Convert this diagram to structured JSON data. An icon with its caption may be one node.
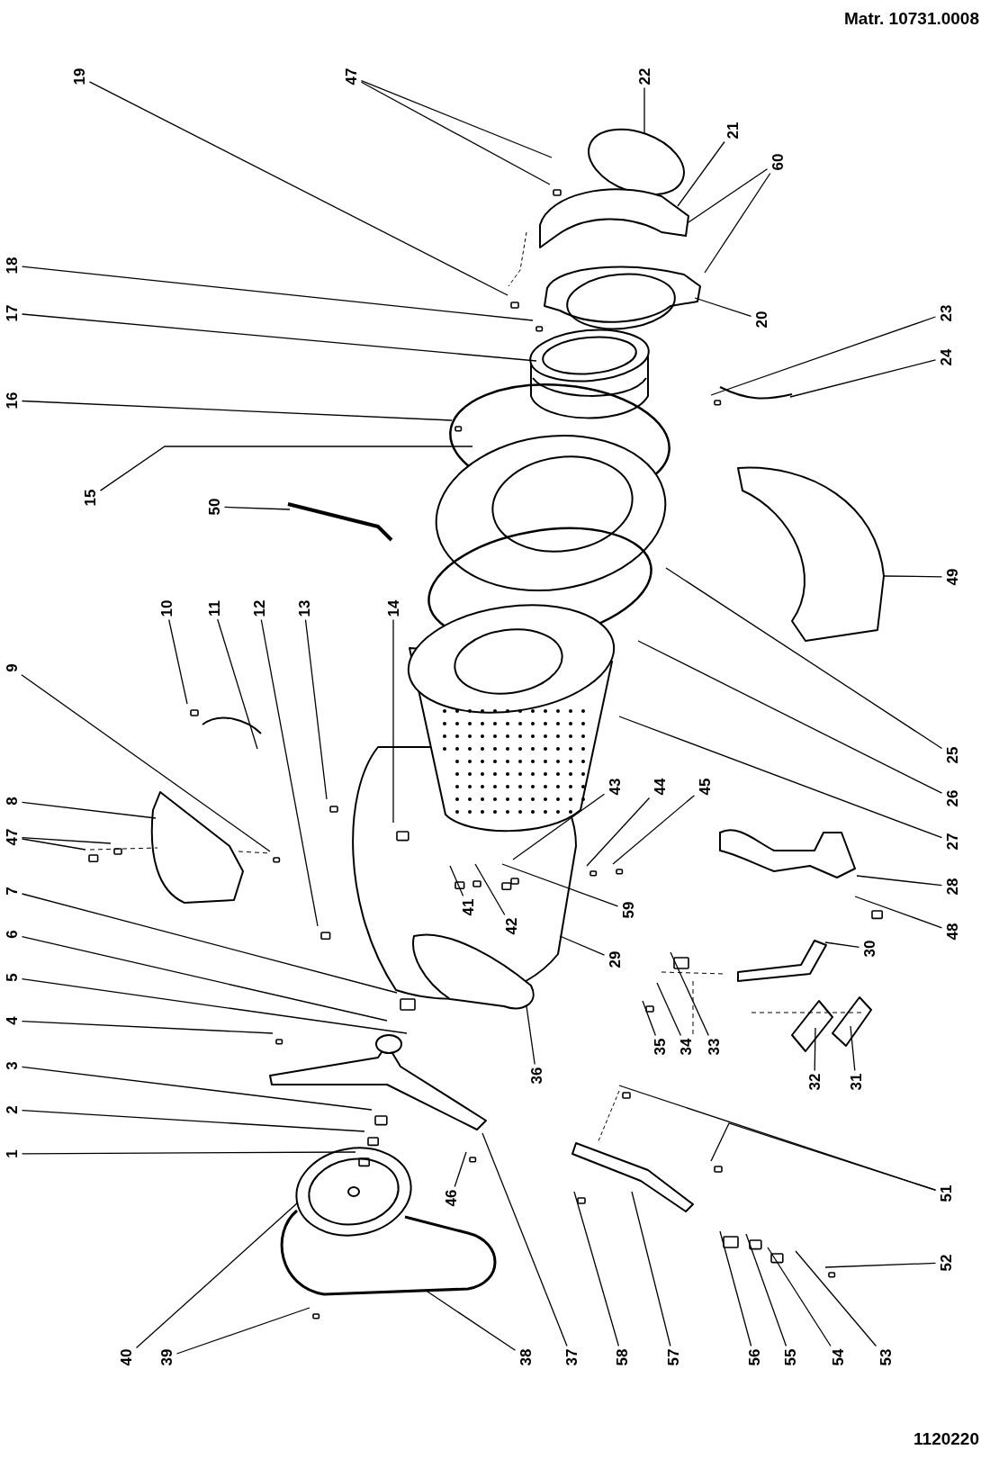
{
  "diagram": {
    "nodes": [
      {
        "text": [
          "19"
        ]
      },
      {
        "text": [
          "47"
        ]
      },
      {
        "text": [
          "22"
        ]
      },
      {
        "text": [
          "21"
        ]
      },
      {
        "text": [
          "60"
        ]
      },
      {
        "text": [
          "18"
        ]
      },
      {
        "text": [
          "20"
        ]
      },
      {
        "text": [
          "17"
        ]
      },
      {
        "text": [
          "23"
        ]
      },
      {
        "text": [
          "24"
        ]
      },
      {
        "text": [
          "16"
        ]
      },
      {
        "text": [
          "15"
        ]
      },
      {
        "text": [
          "50"
        ]
      },
      {
        "text": [
          "49"
        ]
      },
      {
        "text": [
          "10"
        ]
      },
      {
        "text": [
          "11"
        ]
      },
      {
        "text": [
          "12"
        ]
      },
      {
        "text": [
          "13"
        ]
      },
      {
        "text": [
          "14"
        ]
      },
      {
        "text": [
          "9"
        ]
      },
      {
        "text": [
          "25"
        ]
      },
      {
        "text": [
          "43"
        ]
      },
      {
        "text": [
          "44"
        ]
      },
      {
        "text": [
          "45"
        ]
      },
      {
        "text": [
          "26"
        ]
      },
      {
        "text": [
          "8"
        ]
      },
      {
        "text": [
          "47"
        ]
      },
      {
        "text": [
          "27"
        ]
      },
      {
        "text": [
          "28"
        ]
      },
      {
        "text": [
          "7"
        ]
      },
      {
        "text": [
          "41"
        ]
      },
      {
        "text": [
          "59"
        ]
      },
      {
        "text": [
          "42"
        ]
      },
      {
        "text": [
          "48"
        ]
      },
      {
        "text": [
          "6"
        ]
      },
      {
        "text": [
          "30"
        ]
      },
      {
        "text": [
          "29"
        ]
      },
      {
        "text": [
          "5"
        ]
      },
      {
        "text": [
          "4"
        ]
      },
      {
        "text": [
          "35"
        ]
      },
      {
        "text": [
          "34"
        ]
      },
      {
        "text": [
          "33"
        ]
      },
      {
        "text": [
          "3"
        ]
      },
      {
        "text": [
          "36"
        ]
      },
      {
        "text": [
          "32"
        ]
      },
      {
        "text": [
          "31"
        ]
      },
      {
        "text": [
          "2"
        ]
      },
      {
        "text": [
          "1"
        ]
      },
      {
        "text": [
          "51"
        ]
      },
      {
        "text": [
          "46"
        ]
      },
      {
        "text": [
          "52"
        ]
      },
      {
        "text": [
          "40"
        ]
      },
      {
        "text": [
          "39"
        ]
      },
      {
        "text": [
          "38"
        ]
      },
      {
        "text": [
          "37"
        ]
      },
      {
        "text": [
          "58"
        ]
      },
      {
        "text": [
          "57"
        ]
      },
      {
        "text": [
          "56"
        ]
      },
      {
        "text": [
          "55"
        ]
      },
      {
        "text": [
          "54"
        ]
      },
      {
        "text": [
          "53"
        ]
      }
    ],
    "edges": [
      {
        "from": 0,
        "to": null,
        "arrow": "none"
      },
      {
        "from": 1,
        "to": null,
        "arrow": "none"
      },
      {
        "from": 1,
        "to": null,
        "arrow": "none"
      },
      {
        "from": 2,
        "to": null,
        "arrow": "none"
      },
      {
        "from": 3,
        "to": null,
        "arrow": "none"
      },
      {
        "from": 4,
        "to": null,
        "arrow": "none"
      },
      {
        "from": 4,
        "to": null,
        "arrow": "none"
      },
      {
        "from": 5,
        "to": null,
        "arrow": "none"
      },
      {
        "from": 6,
        "to": null,
        "arrow": "none"
      },
      {
        "from": 7,
        "to": null,
        "arrow": "none"
      },
      {
        "from": 8,
        "to": null,
        "arrow": "none"
      },
      {
        "from": 9,
        "to": null,
        "arrow": "none"
      },
      {
        "from": 10,
        "to": null,
        "arrow": "none"
      },
      {
        "from": 11,
        "to": null,
        "arrow": "none"
      },
      {
        "from": 12,
        "to": null,
        "arrow": "none"
      },
      {
        "from": 13,
        "to": null,
        "arrow": "none"
      },
      {
        "from": 14,
        "to": null,
        "arrow": "none"
      },
      {
        "from": 15,
        "to": null,
        "arrow": "none"
      },
      {
        "from": 16,
        "to": null,
        "arrow": "none"
      },
      {
        "from": 17,
        "to": null,
        "arrow": "none"
      },
      {
        "from": 18,
        "to": null,
        "arrow": "none"
      },
      {
        "from": 19,
        "to": null,
        "arrow": "none"
      },
      {
        "from": 20,
        "to": null,
        "arrow": "none"
      },
      {
        "from": 21,
        "to": null,
        "arrow": "none"
      },
      {
        "from": 22,
        "to": null,
        "arrow": "none"
      },
      {
        "from": 23,
        "to": null,
        "arrow": "none"
      },
      {
        "from": 24,
        "to": null,
        "arrow": "none"
      },
      {
        "from": 25,
        "to": null,
        "arrow": "none"
      },
      {
        "from": 26,
        "to": null,
        "arrow": "none"
      },
      {
        "from": 26,
        "to": null,
        "arrow": "none"
      },
      {
        "from": 27,
        "to": null,
        "arrow": "none"
      },
      {
        "from": 28,
        "to": null,
        "arrow": "none"
      },
      {
        "from": 29,
        "to": null,
        "arrow": "none"
      },
      {
        "from": 30,
        "to": null,
        "arrow": "none"
      },
      {
        "from": 31,
        "to": null,
        "arrow": "none"
      },
      {
        "from": 32,
        "to": null,
        "arrow": "none"
      },
      {
        "from": 33,
        "to": null,
        "arrow": "none"
      },
      {
        "from": 34,
        "to": null,
        "arrow": "none"
      },
      {
        "from": 35,
        "to": null,
        "arrow": "none"
      },
      {
        "from": 36,
        "to": null,
        "arrow": "none"
      },
      {
        "from": 37,
        "to": null,
        "arrow": "none"
      },
      {
        "from": 38,
        "to": null,
        "arrow": "none"
      },
      {
        "from": 39,
        "to": null,
        "arrow": "none"
      },
      {
        "from": 40,
        "to": null,
        "arrow": "none"
      },
      {
        "from": 41,
        "to": null,
        "arrow": "none"
      },
      {
        "from": 42,
        "to": null,
        "arrow": "none"
      },
      {
        "from": 43,
        "to": null,
        "arrow": "none"
      },
      {
        "from": 44,
        "to": null,
        "arrow": "none"
      },
      {
        "from": 45,
        "to": null,
        "arrow": "none"
      },
      {
        "from": 46,
        "to": null,
        "arrow": "none"
      },
      {
        "from": 47,
        "to": null,
        "arrow": "none"
      },
      {
        "from": 48,
        "to": null,
        "arrow": "none"
      },
      {
        "from": 48,
        "to": null,
        "arrow": "none"
      },
      {
        "from": 49,
        "to": null,
        "arrow": "none"
      },
      {
        "from": 50,
        "to": null,
        "arrow": "none"
      },
      {
        "from": 51,
        "to": null,
        "arrow": "none"
      },
      {
        "from": 52,
        "to": null,
        "arrow": "none"
      },
      {
        "from": 53,
        "to": null,
        "arrow": "none"
      },
      {
        "from": 54,
        "to": null,
        "arrow": "none"
      },
      {
        "from": 55,
        "to": null,
        "arrow": "none"
      },
      {
        "from": 56,
        "to": null,
        "arrow": "none"
      },
      {
        "from": 57,
        "to": null,
        "arrow": "none"
      },
      {
        "from": 58,
        "to": null,
        "arrow": "none"
      },
      {
        "from": 59,
        "to": null,
        "arrow": "none"
      },
      {
        "from": 60,
        "to": null,
        "arrow": "none"
      }
    ],
    "labels": [
      "Matr. 10731.0008",
      "1120220"
    ]
  }
}
